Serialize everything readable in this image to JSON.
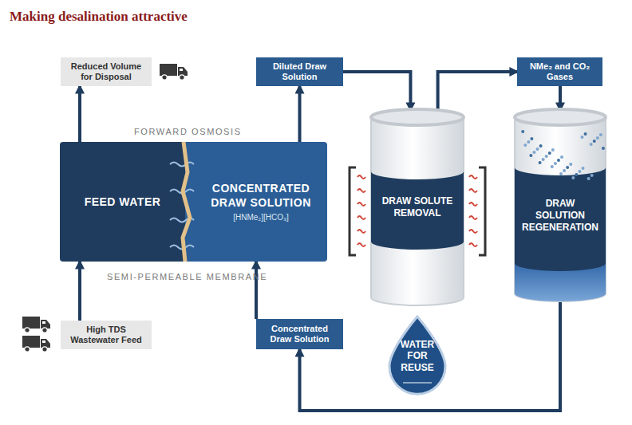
{
  "diagram": {
    "title": "Making desalination attractive",
    "nodes": [
      {
        "text": [
          "Reduced Volume for Disposal"
        ]
      },
      {
        "text": [
          "Diluted Draw Solution"
        ]
      },
      {
        "text": [
          "NMe₂ and CO₂ Gases"
        ]
      },
      {
        "text": [
          "FEED WATER"
        ]
      },
      {
        "text": [
          "CONCENTRATED DRAW SOLUTION",
          "[HNMe₂][HCO₃]"
        ]
      },
      {
        "text": [
          "DRAW SOLUTE REMOVAL"
        ]
      },
      {
        "text": [
          "DRAW SOLUTION REGENERATION"
        ]
      },
      {
        "text": [
          "High TDS Wastewater Feed"
        ]
      },
      {
        "text": [
          "Concentrated Draw Solution"
        ]
      },
      {
        "text": [
          "WATER FOR REUSE"
        ]
      }
    ],
    "edges": [
      {
        "from": 3,
        "to": 0,
        "arrow": "to"
      },
      {
        "from": 7,
        "to": 3,
        "arrow": "to"
      },
      {
        "from": 4,
        "to": 1,
        "arrow": "to"
      },
      {
        "from": 1,
        "to": 5,
        "arrow": "to"
      },
      {
        "from": 5,
        "to": 2,
        "arrow": "to"
      },
      {
        "from": 2,
        "to": 6,
        "arrow": "to"
      },
      {
        "from": 6,
        "to": 8,
        "arrow": "to"
      },
      {
        "from": 8,
        "to": 4,
        "arrow": "to"
      }
    ],
    "labels": [
      "FORWARD OSMOSIS",
      "SEMI-PERMEABLE MEMBRANE"
    ]
  }
}
